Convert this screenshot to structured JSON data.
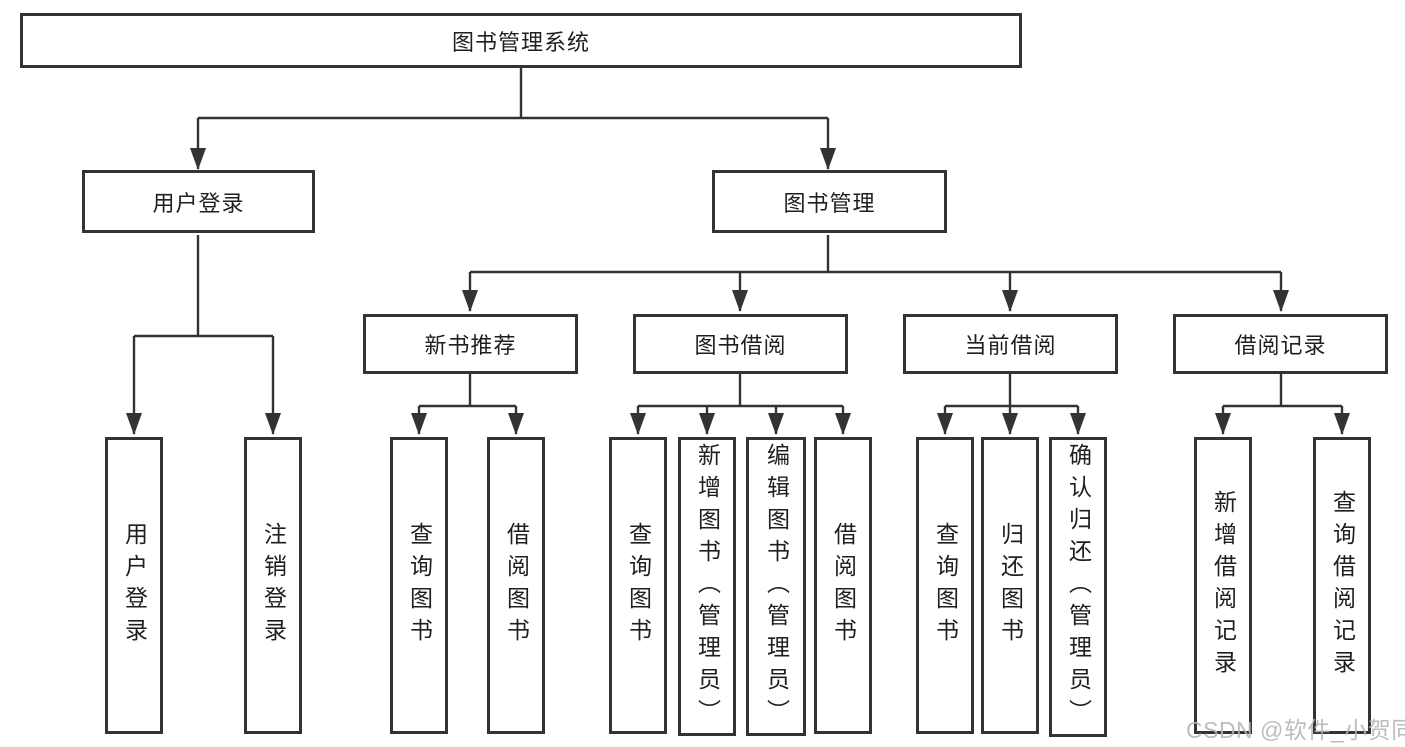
{
  "diagram": {
    "title": "图书管理系统",
    "colors": {
      "line": "#333333",
      "border": "#333333",
      "text": "#1f1f1f",
      "background": "#ffffff",
      "watermark": "#b4b4b4"
    },
    "watermark": "CSDN @软件_小贺同学",
    "tree": {
      "root": {
        "label": "图书管理系统"
      },
      "branches": [
        {
          "label": "用户登录",
          "children": [
            {
              "label": "用户登录"
            },
            {
              "label": "注销登录"
            }
          ]
        },
        {
          "label": "图书管理",
          "children": [
            {
              "label": "新书推荐",
              "children": [
                {
                  "label": "查询图书"
                },
                {
                  "label": "借阅图书"
                }
              ]
            },
            {
              "label": "图书借阅",
              "children": [
                {
                  "label": "查询图书"
                },
                {
                  "label": "新增图书（管理员）"
                },
                {
                  "label": "编辑图书（管理员）"
                },
                {
                  "label": "借阅图书"
                }
              ]
            },
            {
              "label": "当前借阅",
              "children": [
                {
                  "label": "查询图书"
                },
                {
                  "label": "归还图书"
                },
                {
                  "label": "确认归还（管理员）"
                }
              ]
            },
            {
              "label": "借阅记录",
              "children": [
                {
                  "label": "新增借阅记录"
                },
                {
                  "label": "查询借阅记录"
                }
              ]
            }
          ]
        }
      ]
    }
  }
}
